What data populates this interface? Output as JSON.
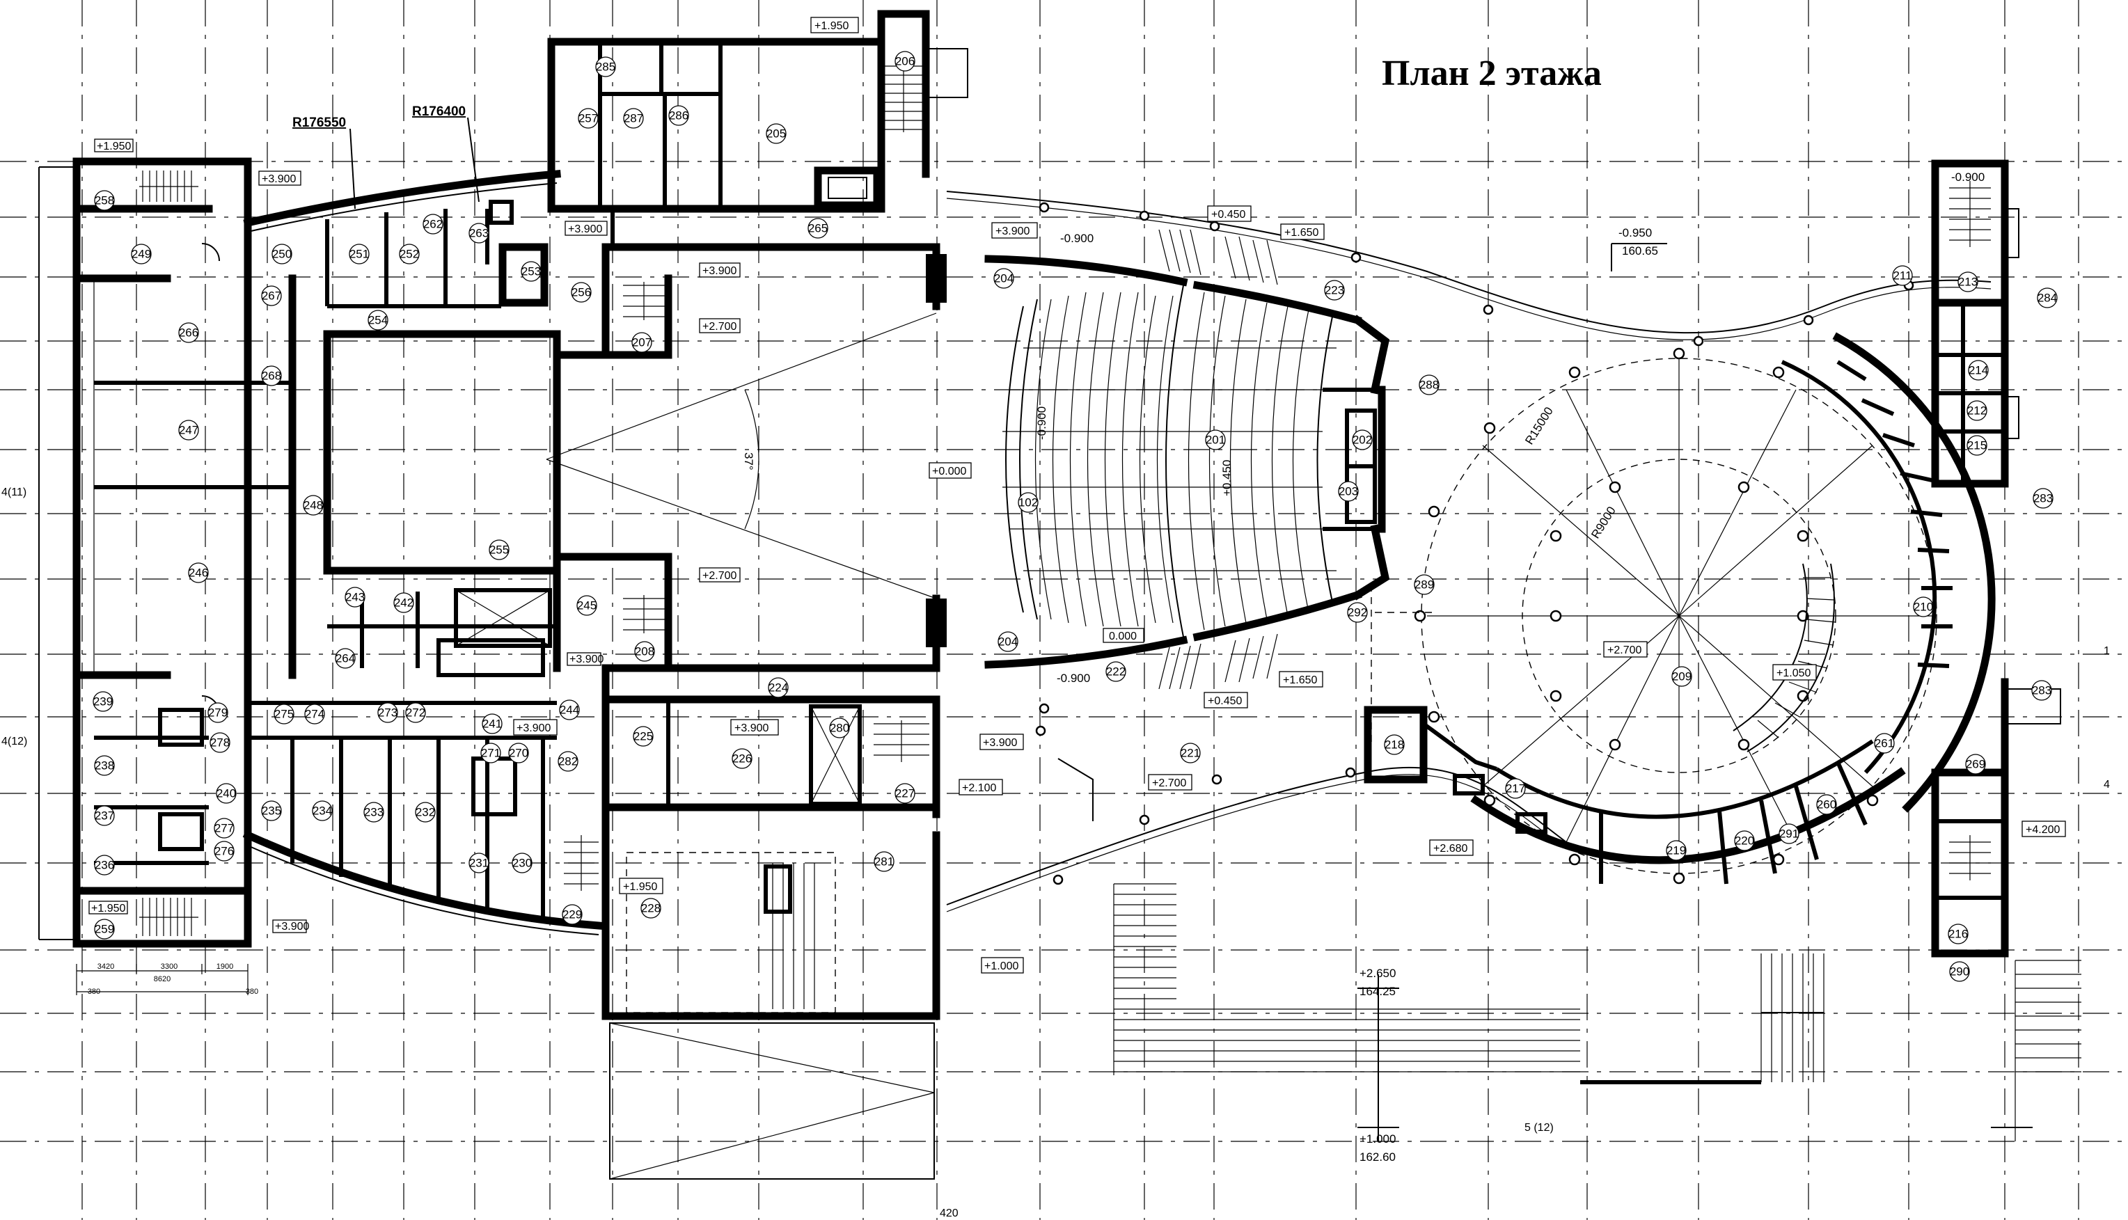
{
  "title": "План 2 этажа",
  "radius_labels": [
    "R176550",
    "R176400"
  ],
  "arc_radius_labels": [
    "R15000",
    "R9000"
  ],
  "angle_label": "37°",
  "rooms": [
    {
      "id": "205"
    },
    {
      "id": "206"
    },
    {
      "id": "285"
    },
    {
      "id": "257"
    },
    {
      "id": "287"
    },
    {
      "id": "286"
    },
    {
      "id": "265"
    },
    {
      "id": "258"
    },
    {
      "id": "249"
    },
    {
      "id": "250"
    },
    {
      "id": "251"
    },
    {
      "id": "252"
    },
    {
      "id": "262"
    },
    {
      "id": "263"
    },
    {
      "id": "253"
    },
    {
      "id": "256"
    },
    {
      "id": "254"
    },
    {
      "id": "267"
    },
    {
      "id": "268"
    },
    {
      "id": "266"
    },
    {
      "id": "247"
    },
    {
      "id": "248"
    },
    {
      "id": "246"
    },
    {
      "id": "255"
    },
    {
      "id": "243"
    },
    {
      "id": "242"
    },
    {
      "id": "245"
    },
    {
      "id": "207"
    },
    {
      "id": "208"
    },
    {
      "id": "264"
    },
    {
      "id": "244"
    },
    {
      "id": "204"
    },
    {
      "id": "204b",
      "label": "204"
    },
    {
      "id": "102"
    },
    {
      "id": "201"
    },
    {
      "id": "202"
    },
    {
      "id": "203"
    },
    {
      "id": "223"
    },
    {
      "id": "288"
    },
    {
      "id": "289"
    },
    {
      "id": "292"
    },
    {
      "id": "222"
    },
    {
      "id": "224"
    },
    {
      "id": "225"
    },
    {
      "id": "226"
    },
    {
      "id": "280"
    },
    {
      "id": "227"
    },
    {
      "id": "281"
    },
    {
      "id": "228"
    },
    {
      "id": "229"
    },
    {
      "id": "282"
    },
    {
      "id": "221"
    },
    {
      "id": "218"
    },
    {
      "id": "217"
    },
    {
      "id": "219"
    },
    {
      "id": "220"
    },
    {
      "id": "291"
    },
    {
      "id": "260"
    },
    {
      "id": "261"
    },
    {
      "id": "209"
    },
    {
      "id": "210"
    },
    {
      "id": "211"
    },
    {
      "id": "213"
    },
    {
      "id": "284"
    },
    {
      "id": "214"
    },
    {
      "id": "212"
    },
    {
      "id": "215"
    },
    {
      "id": "283"
    },
    {
      "id": "283b",
      "label": "283"
    },
    {
      "id": "269"
    },
    {
      "id": "216"
    },
    {
      "id": "290"
    },
    {
      "id": "239"
    },
    {
      "id": "279"
    },
    {
      "id": "275"
    },
    {
      "id": "274"
    },
    {
      "id": "273"
    },
    {
      "id": "272"
    },
    {
      "id": "241"
    },
    {
      "id": "271"
    },
    {
      "id": "270"
    },
    {
      "id": "278"
    },
    {
      "id": "238"
    },
    {
      "id": "240"
    },
    {
      "id": "237"
    },
    {
      "id": "277"
    },
    {
      "id": "276"
    },
    {
      "id": "236"
    },
    {
      "id": "235"
    },
    {
      "id": "234"
    },
    {
      "id": "233"
    },
    {
      "id": "232"
    },
    {
      "id": "231"
    },
    {
      "id": "230"
    },
    {
      "id": "259"
    }
  ],
  "levels": [
    "+1.950",
    "+3.900",
    "+1.950",
    "+3.900",
    "+3.900",
    "+2.700",
    "+3.900",
    "-0.900",
    "+0.450",
    "+1.650",
    "-0.950",
    "160.65",
    "+0.000",
    "-0.900",
    "+0.450",
    "+2.700",
    "+3.900",
    "0.000",
    "-0.900",
    "+0.450",
    "+1.650",
    "+3.900",
    "+3.900",
    "+2.100",
    "+3.900",
    "+2.700",
    "+1.950",
    "+2.680",
    "+2.700",
    "+1.050",
    "+4.200",
    "+1.000",
    "+2.650",
    "164.25",
    "+1.000",
    "162.60",
    "+1.950",
    "+3.900",
    "-0.900"
  ],
  "dims": [
    "3420",
    "3300",
    "1900",
    "8620",
    "380",
    "380"
  ],
  "axis_labels": [
    "4(11)",
    "4(12)",
    "1",
    "4",
    "5 (12)",
    "420"
  ]
}
